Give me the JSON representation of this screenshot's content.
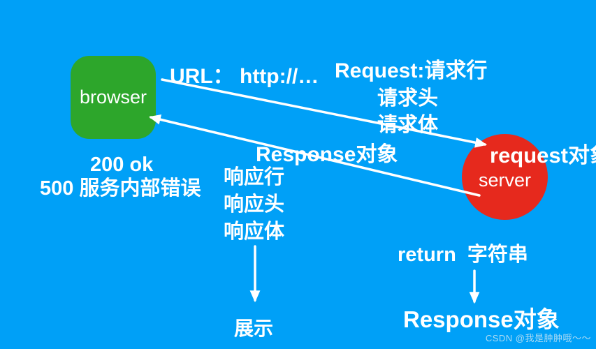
{
  "colors": {
    "background": "#00A0F7",
    "browser_node": "#2DA62B",
    "server_node": "#E6291D",
    "text": "#FFFFFF",
    "arrow": "#FFFFFF",
    "watermark": "#D8E9F3"
  },
  "nodes": {
    "browser": "browser",
    "server": "server"
  },
  "labels": {
    "url": "URL： http://…",
    "request_title": "Request:请求行",
    "request_header": "请求头",
    "request_body": "请求体",
    "request_object": "request对象",
    "response_title": "Response对象",
    "response_status_line": "响应行",
    "response_header": "响应头",
    "response_body": "响应体",
    "status_ok": "200 ok",
    "status_error": "500 服务内部错误",
    "return_statement": "return  字符串",
    "response_object": "Response对象",
    "display": "展示",
    "watermark": "CSDN @我是肿肿哦～～"
  }
}
